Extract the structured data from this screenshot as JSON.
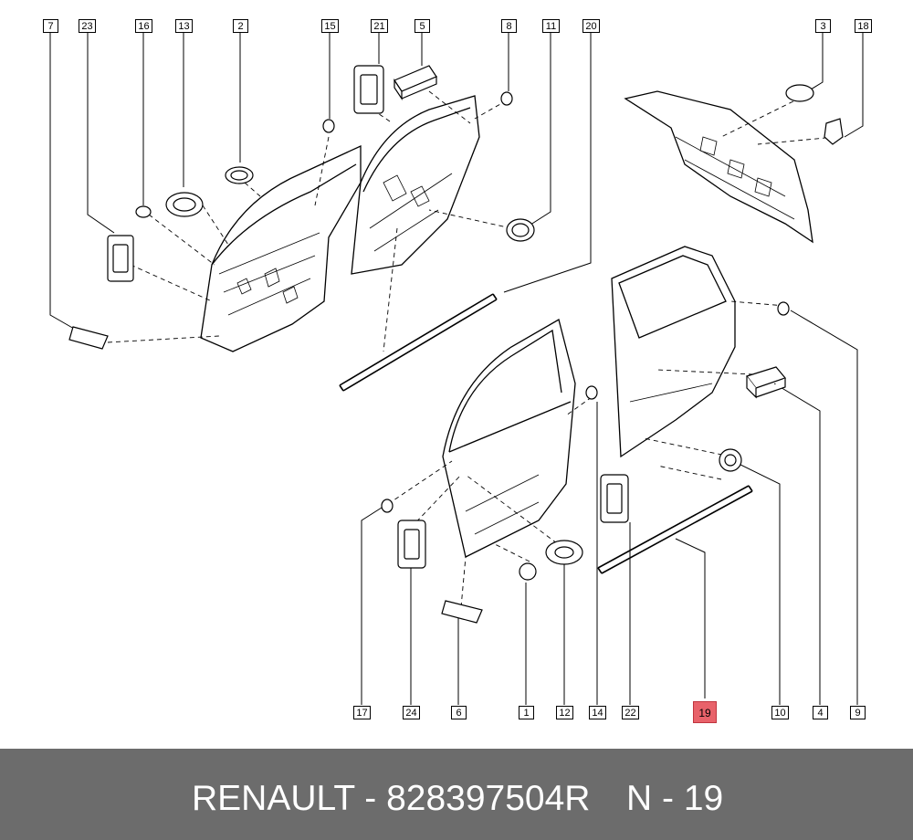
{
  "callouts": {
    "c7": "7",
    "c23": "23",
    "c16": "16",
    "c13": "13",
    "c2": "2",
    "c15": "15",
    "c21": "21",
    "c5": "5",
    "c8": "8",
    "c11": "11",
    "c20": "20",
    "c3": "3",
    "c18": "18",
    "c17": "17",
    "c24": "24",
    "c6": "6",
    "c1": "1",
    "c12": "12",
    "c14": "14",
    "c22": "22",
    "c19": "19",
    "c10": "10",
    "c4": "4",
    "c9": "9"
  },
  "highlighted_callout": "19",
  "colors": {
    "highlight": "#e8626a",
    "footer_bg": "#6c6c6c",
    "footer_text": "#ffffff",
    "line": "#000000"
  },
  "footer": {
    "brand_part": "RENAULT - 828397504R",
    "ref_part": "N - 19"
  }
}
